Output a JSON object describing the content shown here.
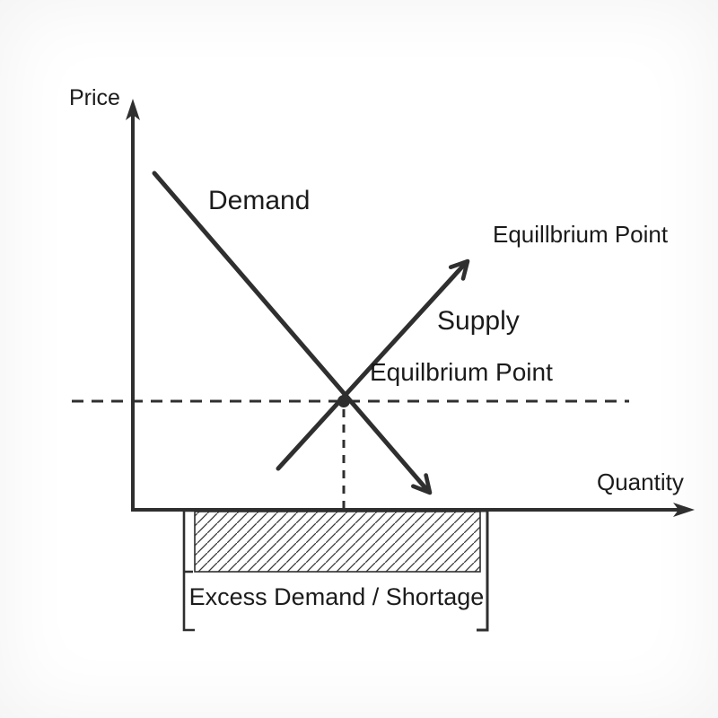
{
  "diagram": {
    "type": "supply-demand-diagram",
    "colors": {
      "ink": "#2f2f2f",
      "text": "#1b1b1b",
      "background": "#ffffff"
    },
    "axes": {
      "y_label": "Price",
      "x_label": "Quantity"
    },
    "curves": [
      {
        "name": "demand",
        "label": "Demand",
        "direction": "downward-sloping"
      },
      {
        "name": "supply",
        "label": "Supply",
        "direction": "upward-sloping"
      }
    ],
    "labels": {
      "demand": "Demand",
      "supply": "Supply",
      "equilibrium_callout": "Equillbrium Point",
      "equilibrium_point": "Equilbrium Point",
      "shortage_region": "Excess Demand / Shortage"
    }
  }
}
